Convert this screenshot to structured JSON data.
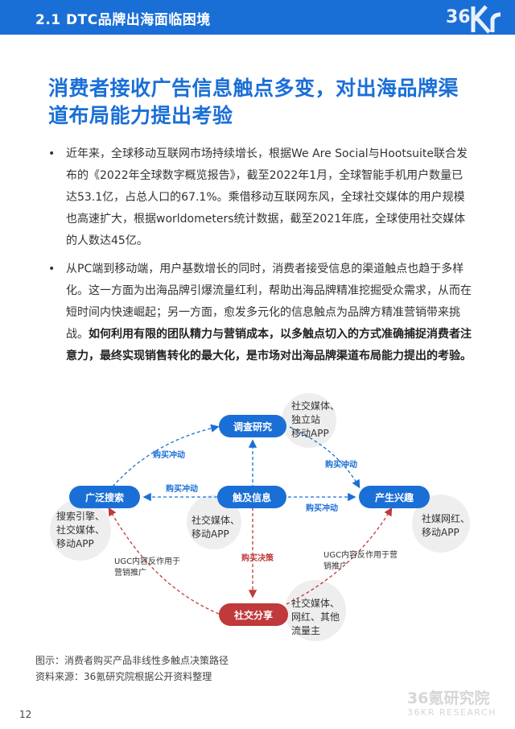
{
  "header": {
    "title": "2.1 DTC品牌出海面临困境",
    "logo_text": "36Kr"
  },
  "heading": {
    "line1": "消费者接收广告信息触点多变，对出海品牌渠",
    "line2": "道布局能力提出考验"
  },
  "bullets": [
    {
      "text": "近年来，全球移动互联网市场持续增长，根据We Are Social与Hootsuite联合发布的《2022年全球数字概览报告》，截至2022年1月，全球智能手机用户数量已达53.1亿，占总人口的67.1%。乘借移动互联网东风，全球社交媒体的用户规模也高速扩大，根据worldometers统计数据，截至2021年底，全球使用社交媒体的人数达45亿。",
      "bold": ""
    },
    {
      "text": "从PC端到移动端，用户基数增长的同时，消费者接受信息的渠道触点也趋于多样化。这一方面为出海品牌引爆流量红利，帮助出海品牌精准挖掘受众需求，从而在短时间内快速崛起；另一方面，愈发多元化的信息触点为品牌方精准营销带来挑战。",
      "bold": "如何利用有限的团队精力与营销成本，以多触点切入的方式准确捕捉消费者注意力，最终实现销售转化的最大化，是市场对出海品牌渠道布局能力提出的考验。"
    }
  ],
  "diagram": {
    "nodes": {
      "research": "调查研究",
      "search": "广泛搜索",
      "touch": "触及信息",
      "interest": "产生兴趣",
      "share": "社交分享"
    },
    "circles": {
      "research": [
        "社交媒体、",
        "独立站",
        "移动APP"
      ],
      "search": [
        "搜索引擎、",
        "社交媒体、",
        "移动APP"
      ],
      "touch": [
        "社交媒体、",
        "移动APP"
      ],
      "interest": [
        "社媒网红、",
        "移动APP"
      ],
      "share": [
        "社交媒体、",
        "网红、其他",
        "流量主"
      ]
    },
    "edge_labels": {
      "buy1": "购买冲动",
      "buy2": "购买冲动",
      "buy3": "购买冲动",
      "buy4": "购买冲动",
      "decision": "购买决策",
      "ugc_left": [
        "UGC内容反作用于",
        "营销推广"
      ],
      "ugc_right": [
        "UGC内容反作用于营",
        "销推广"
      ]
    },
    "colors": {
      "blue": "#1a6fd6",
      "red": "#c0393b",
      "circle": "#eeeeee",
      "arrow_blue": "#1a6fd6",
      "arrow_red": "#c0393b"
    }
  },
  "captions": {
    "figure": "图示：消费者购买产品非线性多触点决策路径",
    "source": "资料来源：36氪研究院根据公开资料整理"
  },
  "watermark": {
    "line1": "36氪研究院",
    "line2": "36KR RESEARCH"
  },
  "page_number": "12"
}
